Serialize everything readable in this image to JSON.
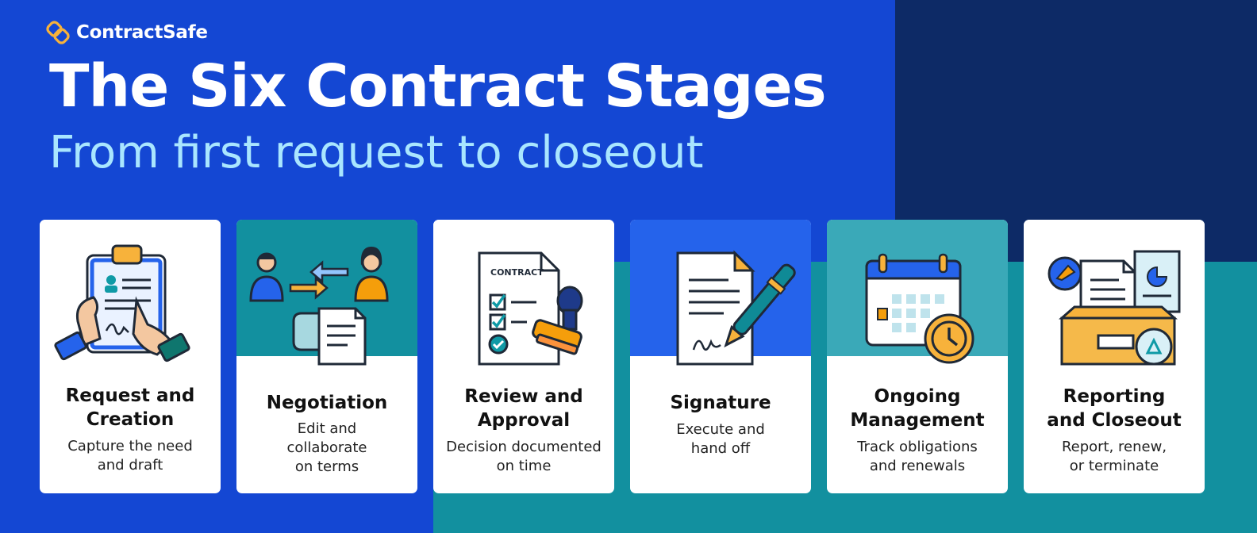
{
  "brand": {
    "name": "ContractSafe",
    "logo_icon": "interlocking-link-icon",
    "logo_color": "#f7b23b"
  },
  "header": {
    "title": "The Six Contract Stages",
    "subtitle": "From first request to closeout"
  },
  "colors": {
    "background": "#1447d3",
    "dark_panel": "#0d2a66",
    "teal_panel": "#12909f",
    "subtitle": "#a9e6ff"
  },
  "stages": [
    {
      "title": "Request and\nCreation",
      "desc": "Capture the need\nand draft",
      "icon": "clipboard-hands-icon",
      "panel_color": "#ffffff"
    },
    {
      "title": "Negotiation",
      "desc": "Edit and\ncollaborate\non terms",
      "icon": "people-exchange-icon",
      "panel_color": "#12909f"
    },
    {
      "title": "Review and\nApproval",
      "desc": "Decision documented\non time",
      "icon": "contract-stamp-icon",
      "contract_label": "CONTRACT",
      "panel_color": "#ffffff"
    },
    {
      "title": "Signature",
      "desc": "Execute and\nhand off",
      "icon": "document-pen-icon",
      "panel_color": "#2563eb"
    },
    {
      "title": "Ongoing\nManagement",
      "desc": "Track obligations\nand renewals",
      "icon": "calendar-clock-icon",
      "panel_color": "#3aa9b8"
    },
    {
      "title": "Reporting\nand Closeout",
      "desc": "Report, renew,\nor terminate",
      "icon": "archive-box-icon",
      "panel_color": "#ffffff"
    }
  ]
}
